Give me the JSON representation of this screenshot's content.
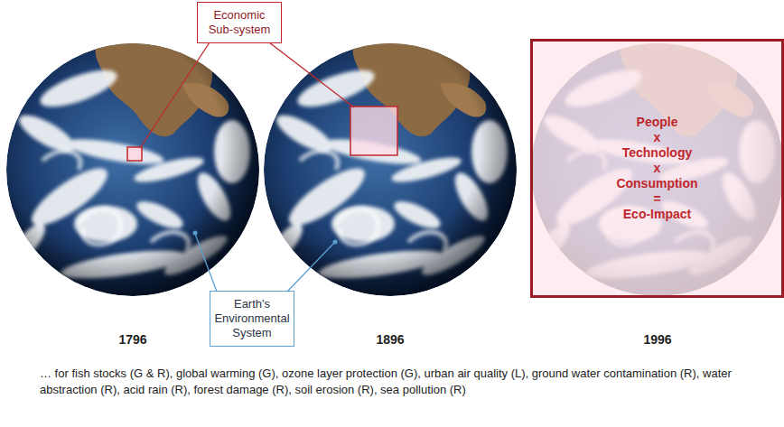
{
  "diagram": {
    "caption": "… for fish stocks (G & R), global warming (G), ozone layer protection (G), urban air quality (L), ground water contamination (R), water abstraction (R), acid rain (R), forest damage (R), soil erosion (R), sea pollution (R)",
    "nodes": [
      {
        "text": [
          "Economic Sub-system"
        ]
      },
      {
        "text": [
          "People x Technology x Consumption = Eco-Impact"
        ]
      },
      {
        "text": [
          "Earth's Environmental System"
        ]
      }
    ],
    "labels": [
      "1796",
      "1896",
      "1996"
    ]
  }
}
